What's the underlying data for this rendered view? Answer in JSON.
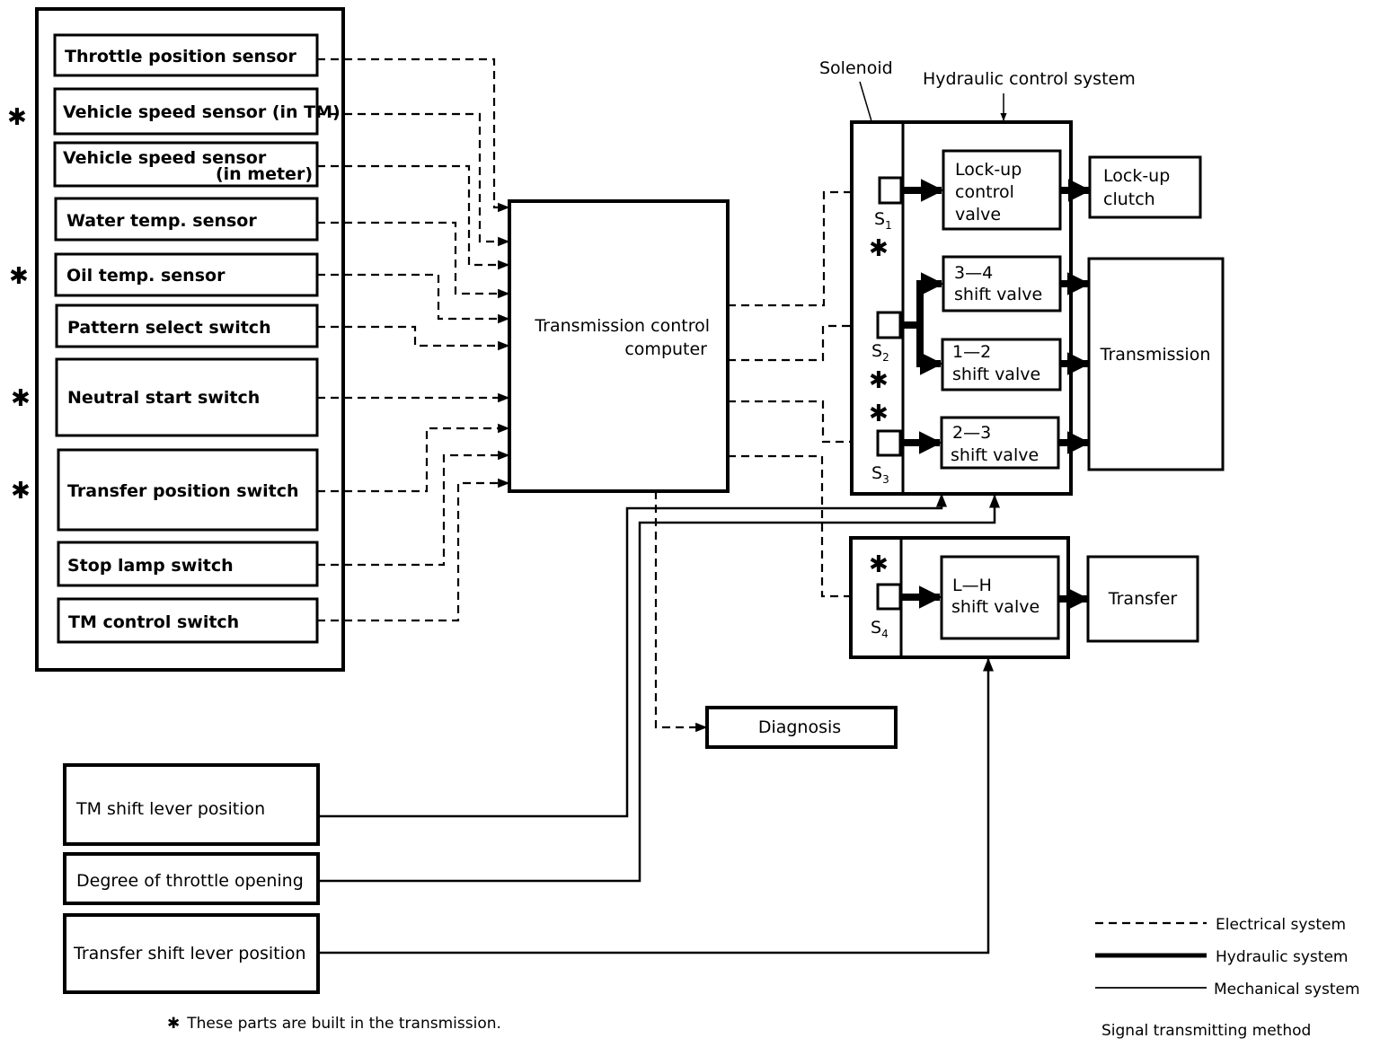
{
  "inputs_electrical": [
    {
      "label": "Throttle position sensor",
      "built_in": false
    },
    {
      "label": "Vehicle speed sensor (in TM)",
      "built_in": true
    },
    {
      "label": "Vehicle speed sensor",
      "sublabel": "(in meter)",
      "built_in": false
    },
    {
      "label": "Water temp. sensor",
      "built_in": false
    },
    {
      "label": "Oil temp. sensor",
      "built_in": true
    },
    {
      "label": "Pattern select switch",
      "built_in": false
    },
    {
      "label": "Neutral start switch",
      "built_in": true
    },
    {
      "label": "Transfer position switch",
      "built_in": true
    },
    {
      "label": "Stop lamp switch",
      "built_in": false
    },
    {
      "label": "TM control switch",
      "built_in": false
    }
  ],
  "inputs_mechanical": [
    {
      "label": "TM shift lever position"
    },
    {
      "label": "Degree of throttle opening"
    },
    {
      "label": "Transfer shift lever position"
    }
  ],
  "computer": {
    "line1": "Transmission control",
    "line2": "computer"
  },
  "diagnosis": {
    "label": "Diagnosis"
  },
  "hydraulic_system": {
    "title": "Hydraulic control system",
    "solenoid_label": "Solenoid",
    "solenoids": [
      {
        "name": "S",
        "sub": "1"
      },
      {
        "name": "S",
        "sub": "2"
      },
      {
        "name": "S",
        "sub": "3"
      },
      {
        "name": "S",
        "sub": "4"
      }
    ],
    "valves": [
      {
        "lines": [
          "Lock-up",
          "control",
          "valve"
        ]
      },
      {
        "lines": [
          "3—4",
          "shift valve"
        ]
      },
      {
        "lines": [
          "1—2",
          "shift valve"
        ]
      },
      {
        "lines": [
          "2—3",
          "shift valve"
        ]
      },
      {
        "lines": [
          "L—H",
          "shift valve"
        ]
      }
    ]
  },
  "outputs": [
    {
      "lines": [
        "Lock-up",
        "clutch"
      ]
    },
    {
      "lines": [
        "Transmission"
      ]
    },
    {
      "lines": [
        "Transfer"
      ]
    }
  ],
  "star_symbol": "✱",
  "footnote": "These parts are built in the transmission.",
  "legend": {
    "items": [
      {
        "style": "dashed",
        "label": "Electrical system"
      },
      {
        "style": "thick",
        "label": "Hydraulic system"
      },
      {
        "style": "thin",
        "label": "Mechanical system"
      }
    ],
    "title": "Signal transmitting method"
  }
}
